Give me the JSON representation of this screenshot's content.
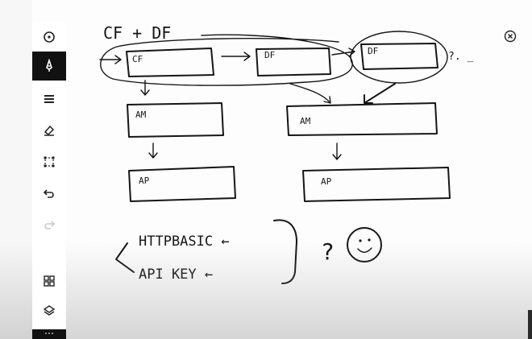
{
  "toolbar": {
    "tools": [
      {
        "id": "page-settings",
        "icon": "target-icon"
      },
      {
        "id": "pen",
        "icon": "pen-icon",
        "active": true
      },
      {
        "id": "menu",
        "icon": "hamburger-icon"
      },
      {
        "id": "eraser",
        "icon": "eraser-icon"
      },
      {
        "id": "select",
        "icon": "selection-icon"
      },
      {
        "id": "undo",
        "icon": "undo-icon"
      },
      {
        "id": "redo",
        "icon": "redo-icon",
        "disabled": true
      },
      {
        "id": "pages",
        "icon": "grid-icon"
      },
      {
        "id": "layers",
        "icon": "layers-icon"
      }
    ]
  },
  "close_icon": "close-circle-icon",
  "sketch": {
    "heading": "CF + DF",
    "box_cf": "CF",
    "box_df_1": "DF",
    "box_df_2": "DF",
    "arrow_tail": "?. _",
    "box_am_left": "AM",
    "box_am_right": "AM",
    "box_ap_left": "AP",
    "box_ap_right": "AP",
    "auth_line_1": "HTTPBASIC ←",
    "auth_line_2": "API KEY ←",
    "question": "?",
    "smiley": "☺"
  }
}
